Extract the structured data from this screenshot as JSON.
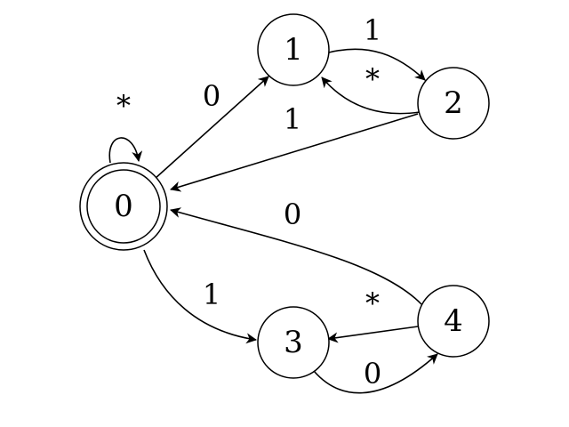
{
  "diagram": {
    "type": "state-machine",
    "states": [
      {
        "id": "s0",
        "label": "0",
        "accepting": true
      },
      {
        "id": "s1",
        "label": "1",
        "accepting": false
      },
      {
        "id": "s2",
        "label": "2",
        "accepting": false
      },
      {
        "id": "s3",
        "label": "3",
        "accepting": false
      },
      {
        "id": "s4",
        "label": "4",
        "accepting": false
      }
    ],
    "edges": [
      {
        "id": "e00",
        "from": "0",
        "to": "0",
        "label": "*"
      },
      {
        "id": "e01",
        "from": "0",
        "to": "1",
        "label": "0"
      },
      {
        "id": "e12",
        "from": "1",
        "to": "2",
        "label": "1"
      },
      {
        "id": "e21",
        "from": "2",
        "to": "1",
        "label": "*"
      },
      {
        "id": "e20",
        "from": "2",
        "to": "0",
        "label": "1"
      },
      {
        "id": "e03",
        "from": "0",
        "to": "3",
        "label": "1"
      },
      {
        "id": "e34",
        "from": "3",
        "to": "4",
        "label": "0"
      },
      {
        "id": "e43",
        "from": "4",
        "to": "3",
        "label": "*"
      },
      {
        "id": "e40",
        "from": "4",
        "to": "0",
        "label": "0"
      }
    ]
  }
}
